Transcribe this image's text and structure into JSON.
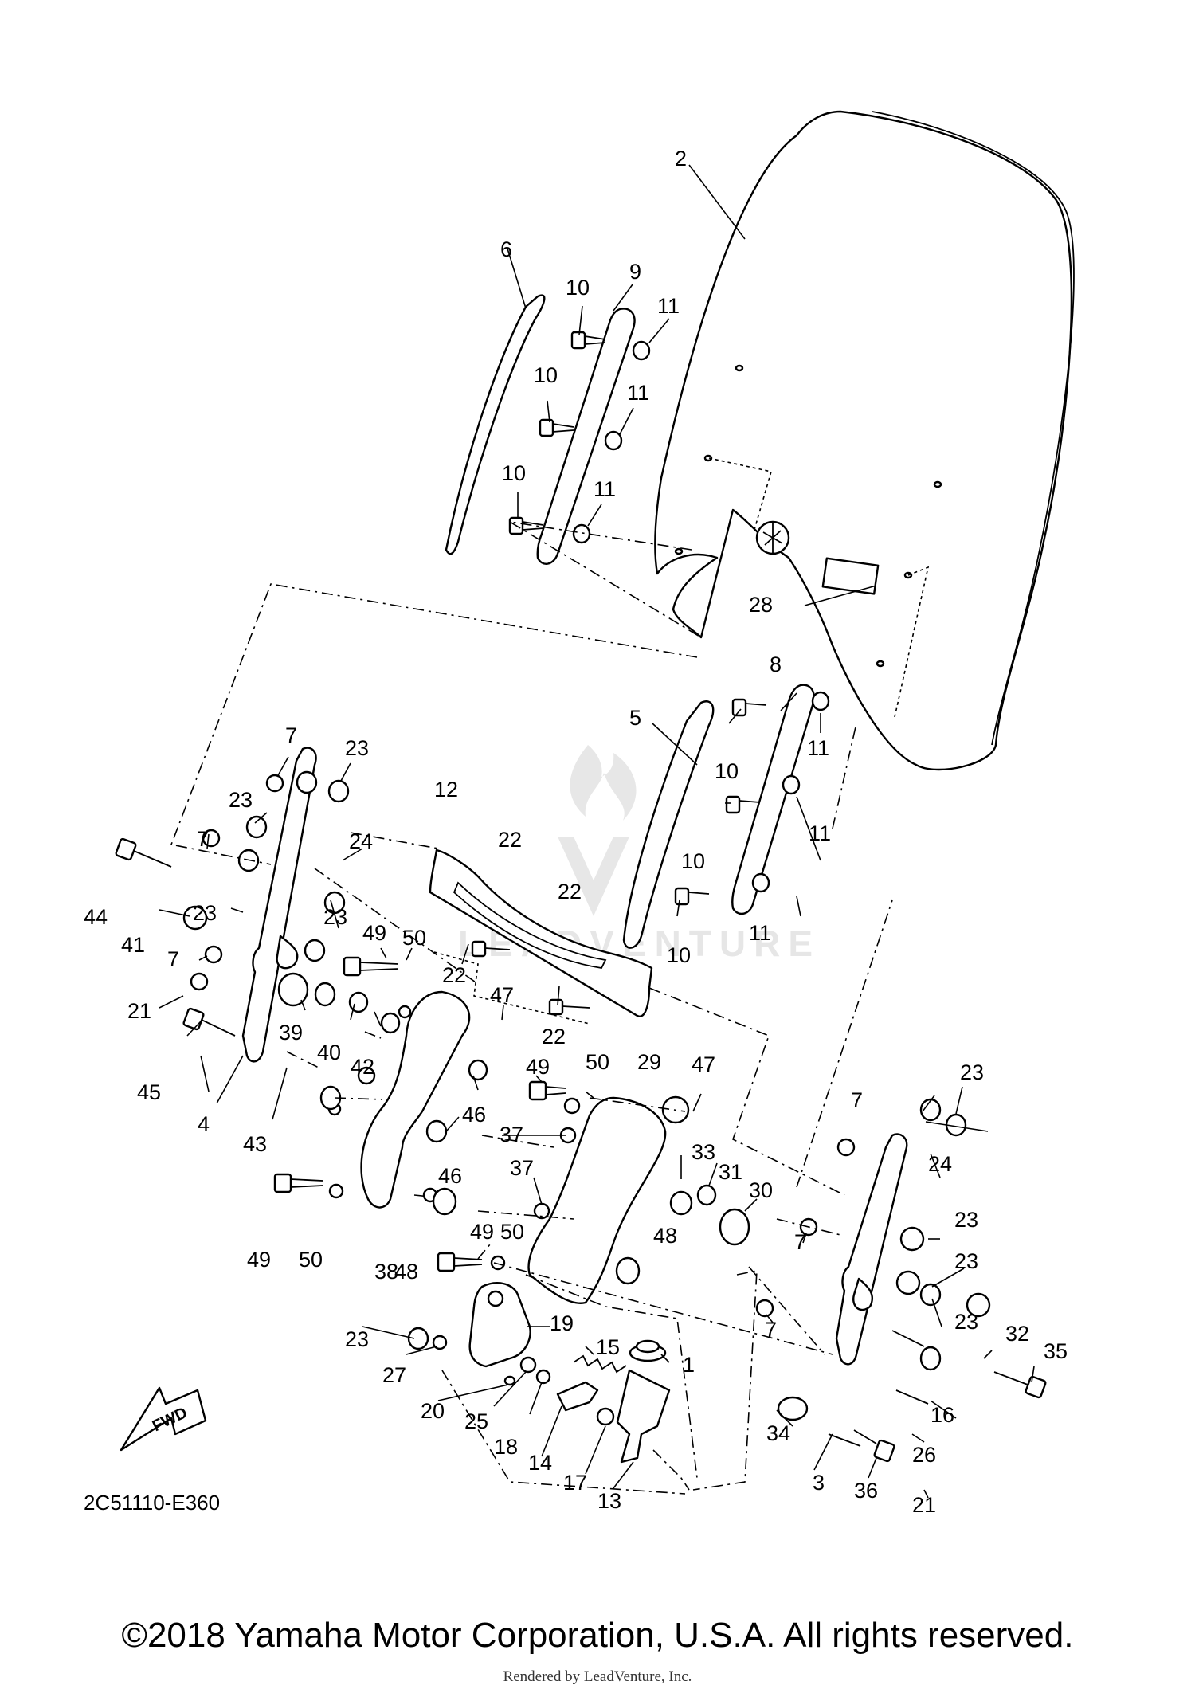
{
  "diagram": {
    "callouts": [
      "1",
      "2",
      "3",
      "4",
      "5",
      "6",
      "7",
      "8",
      "9",
      "10",
      "11",
      "12",
      "13",
      "14",
      "15",
      "16",
      "17",
      "18",
      "19",
      "20",
      "21",
      "22",
      "23",
      "24",
      "25",
      "26",
      "27",
      "28",
      "29",
      "30",
      "31",
      "32",
      "33",
      "34",
      "35",
      "36",
      "37",
      "38",
      "39",
      "40",
      "41",
      "42",
      "43",
      "44",
      "45",
      "46",
      "47",
      "48",
      "49",
      "50"
    ],
    "diagram_code": "2C51110-E360",
    "fwd_label": "FWD",
    "watermark": "LEADVENTURE"
  },
  "footer": {
    "copyright": "©2018 Yamaha Motor Corporation, U.S.A. All rights reserved.",
    "rendered_by": "Rendered by LeadVenture, Inc."
  }
}
